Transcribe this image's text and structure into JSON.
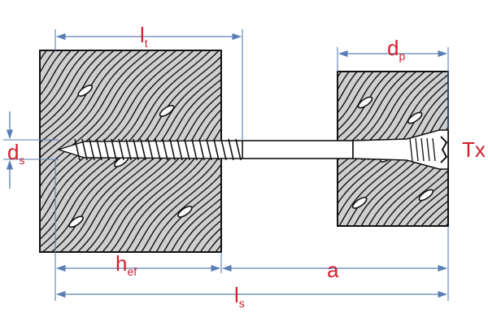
{
  "labels": {
    "lt": {
      "main": "l",
      "sub": "t"
    },
    "dp": {
      "main": "d",
      "sub": "p"
    },
    "ds": {
      "main": "d",
      "sub": "s"
    },
    "hef": {
      "main": "h",
      "sub": "ef"
    },
    "a": {
      "main": "a",
      "sub": ""
    },
    "ls": {
      "main": "l",
      "sub": "s"
    },
    "tx": {
      "main": "Tx",
      "sub": ""
    }
  },
  "colors": {
    "label": "#d1202f",
    "dimension": "#5a7fb4",
    "wood_fill": "#cfcfcf",
    "ink": "#111111"
  }
}
